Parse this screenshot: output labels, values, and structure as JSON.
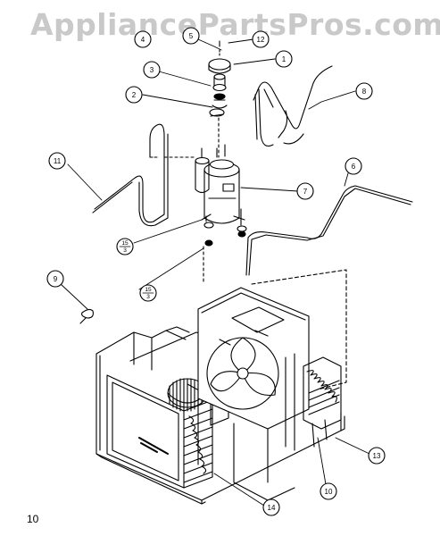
{
  "watermark": "AppliancePartsPros.com",
  "page_number": "10",
  "callouts": [
    {
      "id": "c1",
      "label": "1"
    },
    {
      "id": "c2",
      "label": "2"
    },
    {
      "id": "c3",
      "label": "3"
    },
    {
      "id": "c4",
      "label": "4"
    },
    {
      "id": "c5",
      "label": "5"
    },
    {
      "id": "c6",
      "label": "6"
    },
    {
      "id": "c7",
      "label": "7"
    },
    {
      "id": "c8",
      "label": "8"
    },
    {
      "id": "c9",
      "label": "9"
    },
    {
      "id": "c10",
      "label": "10"
    },
    {
      "id": "c11",
      "label": "11"
    },
    {
      "id": "c12",
      "label": "12"
    },
    {
      "id": "c13",
      "label": "13"
    },
    {
      "id": "c14",
      "label": "14"
    },
    {
      "id": "c15a",
      "label": "15"
    },
    {
      "id": "c15a_sub",
      "label": "3"
    },
    {
      "id": "c15b",
      "label": "15"
    },
    {
      "id": "c15b_sub",
      "label": "3"
    }
  ],
  "colors": {
    "ink": "#000000",
    "watermark": "#c9c9c9",
    "background": "#ffffff"
  }
}
